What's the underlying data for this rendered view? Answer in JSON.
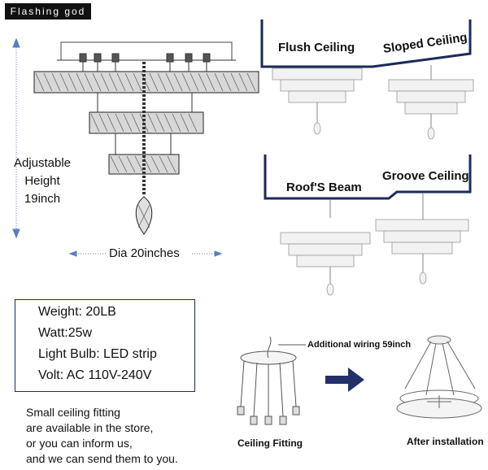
{
  "brand": "Flashing god",
  "adjustable": {
    "line1": "Adjustable",
    "line2": "Height",
    "line3": "19inch"
  },
  "diameter_label": "Dia 20inches",
  "ceiling_types": {
    "flush": "Flush Ceiling",
    "sloped": "Sloped Ceiling",
    "beam": "Roof'S Beam",
    "groove": "Groove Ceiling"
  },
  "specs": {
    "weight": "Weight: 20LB",
    "watt": "Watt:25w",
    "bulb": "Light Bulb: LED strip",
    "volt": "Volt: AC 110V-240V"
  },
  "note": {
    "line1": "Small ceiling fitting",
    "line2": "are available in the store,",
    "line3": "or you can inform us,",
    "line4": "and we can send them to you."
  },
  "wiring": {
    "additional": "Additional wiring 59inch",
    "fitting": "Ceiling Fitting",
    "after": "After installation"
  },
  "colors": {
    "frame": "#1b2a5a",
    "arrow": "#22306b",
    "brand_bg": "#111111"
  }
}
